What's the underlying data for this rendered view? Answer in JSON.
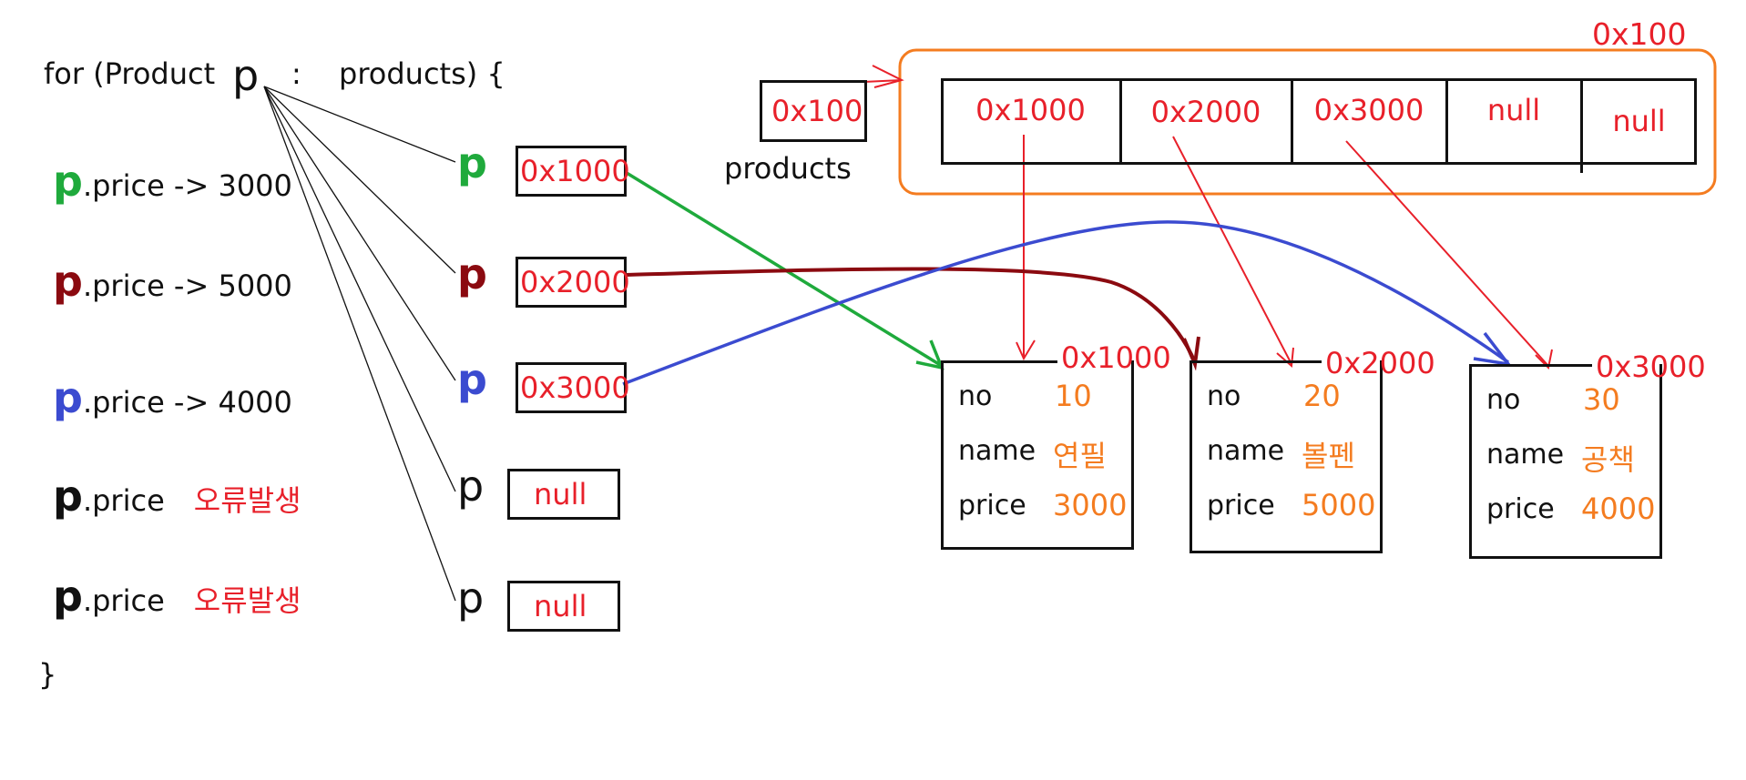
{
  "code": {
    "for_prefix": "for (Product",
    "loop_var": "p",
    "colon": ":",
    "collection": "products) {",
    "closing_brace": "}",
    "lines": [
      {
        "var": "p",
        "text": ".price -> 3000",
        "color": "#1faa3c"
      },
      {
        "var": "p",
        "text": ".price -> 5000",
        "color": "#8b0a10"
      },
      {
        "var": "p",
        "text": ".price -> 4000",
        "color": "#3b4bd0"
      },
      {
        "var": "p",
        "text": ".price",
        "error": "오류발생",
        "color": "#111111"
      },
      {
        "var": "p",
        "text": ".price",
        "error": "오류발생",
        "color": "#111111"
      }
    ]
  },
  "iterations": [
    {
      "var": "p",
      "address": "0x1000",
      "color": "#1faa3c"
    },
    {
      "var": "p",
      "address": "0x2000",
      "color": "#8b0a10"
    },
    {
      "var": "p",
      "address": "0x3000",
      "color": "#3b4bd0"
    },
    {
      "var": "p",
      "address": "null",
      "color": "#111111"
    },
    {
      "var": "p",
      "address": "null",
      "color": "#111111"
    }
  ],
  "products_ref": {
    "address": "0x100",
    "label": "products"
  },
  "array": {
    "address": "0x100",
    "cells": [
      "0x1000",
      "0x2000",
      "0x3000",
      "null",
      "null"
    ]
  },
  "objects": [
    {
      "address": "0x1000",
      "fields": [
        {
          "name": "no",
          "value": "10"
        },
        {
          "name": "name",
          "value": "연필"
        },
        {
          "name": "price",
          "value": "3000"
        }
      ]
    },
    {
      "address": "0x2000",
      "fields": [
        {
          "name": "no",
          "value": "20"
        },
        {
          "name": "name",
          "value": "볼펜"
        },
        {
          "name": "price",
          "value": "5000"
        }
      ]
    },
    {
      "address": "0x3000",
      "fields": [
        {
          "name": "no",
          "value": "30"
        },
        {
          "name": "name",
          "value": "공책"
        },
        {
          "name": "price",
          "value": "4000"
        }
      ]
    }
  ],
  "colors": {
    "green": "#1faa3c",
    "darkred": "#8b0a10",
    "blue": "#3b4bd0",
    "red": "#e8202a",
    "orange": "#f47c20"
  }
}
